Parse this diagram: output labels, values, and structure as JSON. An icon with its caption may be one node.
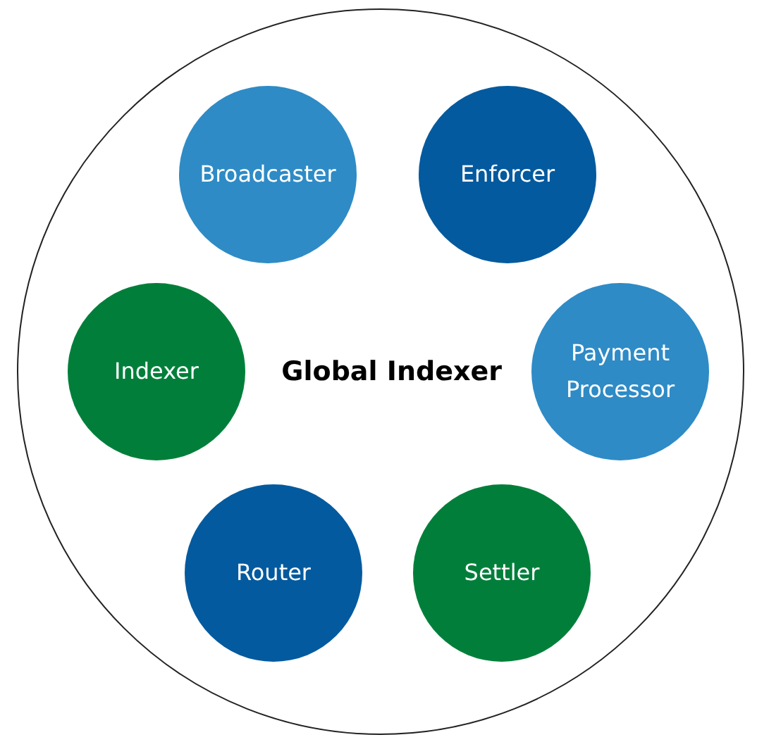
{
  "diagram": {
    "nodes": [
      {
        "text": [
          "Global Indexer"
        ]
      },
      {
        "text": [
          "Broadcaster"
        ],
        "in": 0
      },
      {
        "text": [
          "Enforcer"
        ],
        "in": 0
      },
      {
        "text": [
          "Indexer"
        ],
        "in": 0
      },
      {
        "text": [
          "Payment Processor"
        ],
        "in": 0
      },
      {
        "text": [
          "Router"
        ],
        "in": 0
      },
      {
        "text": [
          "Settler"
        ],
        "in": 0
      }
    ]
  }
}
